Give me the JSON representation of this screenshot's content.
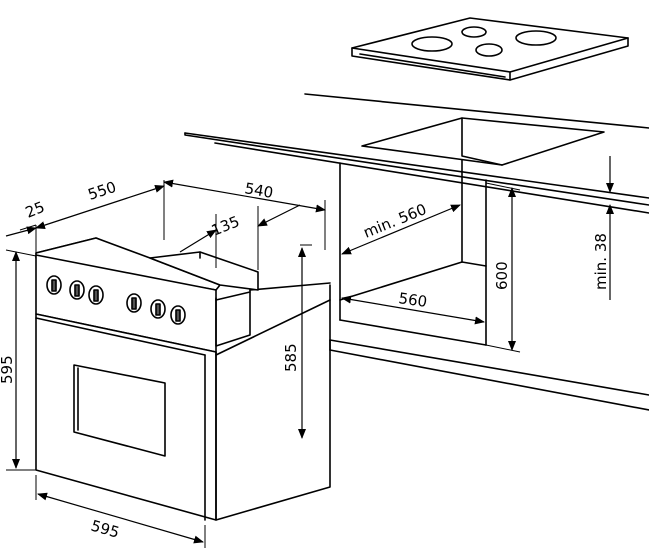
{
  "diagram": {
    "labels": {
      "d25": "25",
      "d550": "550",
      "d540": "540",
      "d135": "135",
      "dmin560": "min. 560",
      "d560": "560",
      "d600": "600",
      "dmin38": "min. 38",
      "d585": "585",
      "d595v": "595",
      "d595h": "595"
    },
    "colors": {
      "line": "#000000",
      "background": "#ffffff",
      "arrow": "#000000"
    }
  }
}
